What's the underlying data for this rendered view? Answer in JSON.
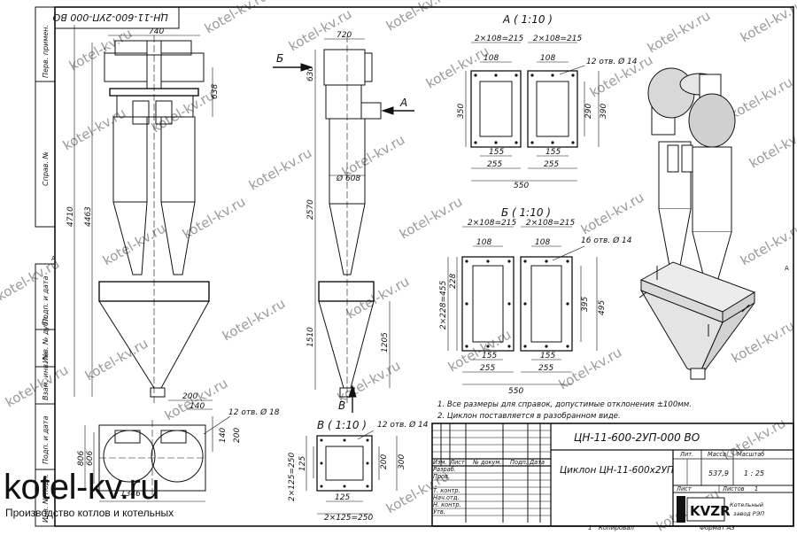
{
  "watermark": "kotel-kv.ru",
  "brand": {
    "name": "kotel-kv.ru",
    "subtitle": "Производство котлов и котельных"
  },
  "views": {
    "A": {
      "title": "A ( 1:10 )"
    },
    "B": {
      "title": "Б ( 1:10 )"
    },
    "V": {
      "title": "В ( 1:10 )"
    },
    "arrow_b_top": "Б",
    "arrow_a": "A",
    "arrow_v": "В"
  },
  "dimensions": {
    "front_740": "740",
    "front_638": "638",
    "front_4710": "4710",
    "front_4463": "4463",
    "side_720": "720",
    "side_630": "630",
    "side_2570": "2570",
    "side_d608": "Ø 608",
    "side_1510": "1510",
    "side_1205": "1205",
    "a_top_left": "2×108=215",
    "a_top_right": "2×108=215",
    "a_108_left": "108",
    "a_108_right": "108",
    "a_holes": "12 отв. Ø 14",
    "a_350": "350",
    "a_290": "290",
    "a_390": "390",
    "a_155_left": "155",
    "a_155_right": "155",
    "a_255_left": "255",
    "a_255_right": "255",
    "a_550": "550",
    "b_top_left": "2×108=215",
    "b_top_right": "2×108=215",
    "b_108_left": "108",
    "b_108_right": "108",
    "b_holes": "16 отв. Ø 14",
    "b_228": "228",
    "b_2x228": "2×228=455",
    "b_395": "395",
    "b_495": "495",
    "b_155_left": "155",
    "b_155_right": "155",
    "b_255_left": "255",
    "b_255_right": "255",
    "b_550": "550",
    "plan_200": "200",
    "plan_140": "140",
    "plan_140b": "140",
    "plan_200b": "200",
    "plan_holes": "12 отв. Ø 18",
    "plan_806": "806",
    "plan_606": "606",
    "plan_1346": "1346",
    "v_holes": "12 отв. Ø 14",
    "v_125": "125",
    "v_2x125": "2×125=250",
    "v_200": "200",
    "v_300": "300",
    "v_125b": "125",
    "v_2x125b": "2×125=250"
  },
  "notes": [
    "1. Все размеры для справок, допустимые отклонения ±100мм.",
    "2. Циклон поставляется в разобранном виде."
  ],
  "margin_labels": {
    "perv_primen": "Перв. примен.",
    "sprav": "Справ. №",
    "podp_data_1": "Подп. и дата",
    "inv_dubl": "Инв. № дубл.",
    "vzam_inv": "Взам. инв. №",
    "podp_data_2": "Подп. и дата",
    "inv_podl": "Инв. № подл.",
    "stamp_rotated": "ЦН-11-600-2УП-000 ВО",
    "letter_a_left": "A",
    "letter_a_right": "A"
  },
  "title_block": {
    "designation": "ЦН-11-600-2УП-000 ВО",
    "name": "Циклон ЦН-11-600х2УП",
    "col_izm": "Изм.",
    "col_list": "Лист",
    "col_doc": "№ докум.",
    "col_podp": "Подп.",
    "col_data": "Дата",
    "row_razrab": "Разраб.",
    "row_prov": "Пров.",
    "row_tkontr": "Т. контр.",
    "row_nach": "Нач.отд.",
    "row_nkontr": "Н. контр.",
    "row_utv": "Утв.",
    "lit": "Лит.",
    "massa": "Масса",
    "masshtab": "Масштаб",
    "mass_value": "537,9",
    "scale_value": "1 : 25",
    "list": "Лист",
    "listov": "Листов",
    "listov_value": "1",
    "logo": "KVZR",
    "factory_1": "Котельный",
    "factory_2": "завод РЭП",
    "kopiroval": "Копировал",
    "format": "Формат А3",
    "sheet_num": "1"
  }
}
